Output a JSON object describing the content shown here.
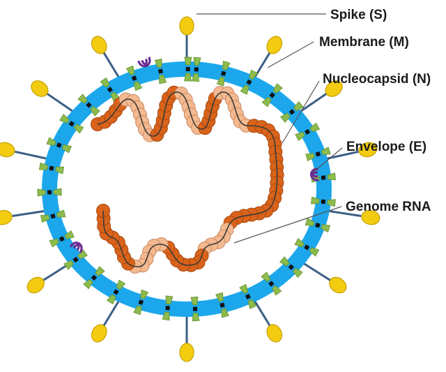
{
  "colors": {
    "capsid": "#1ca7ec",
    "membrane_protein": "#8dbb4c",
    "membrane_protein_outline": "#5f8f2f",
    "spike_stalk": "#3b5f85",
    "spike_head": "#f3cc12",
    "spike_head_outline": "#c7a000",
    "envelope_protein": "#6a2c91",
    "nucleocapsid_dark": "#d9631a",
    "nucleocapsid_light": "#f4b990",
    "rna_line": "#3a3a3a",
    "label_line": "#555555"
  },
  "labels": {
    "spike": "Spike (S)",
    "membrane": "Membrane (M)",
    "nucleocapsid": "Nucleocapsid (N)",
    "envelope": "Envelope (E)",
    "genome": "Genome RNA"
  }
}
